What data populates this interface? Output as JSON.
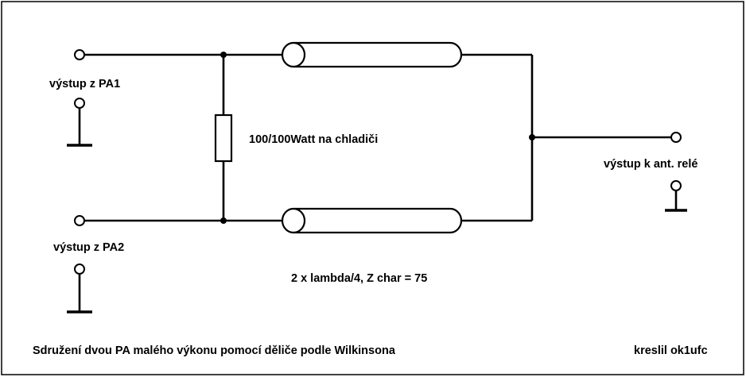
{
  "labels": {
    "pa1_output": "výstup z PA1",
    "pa2_output": "výstup z PA2",
    "resistor": "100/100Watt na chladiči",
    "antenna_output": "výstup k ant. relé",
    "lines_spec": "2 x lambda/4, Z char = 75",
    "caption": "Sdružení dvou PA malého výkonu pomocí děliče podle Wilkinsona",
    "author": "kreslil ok1ufc"
  }
}
